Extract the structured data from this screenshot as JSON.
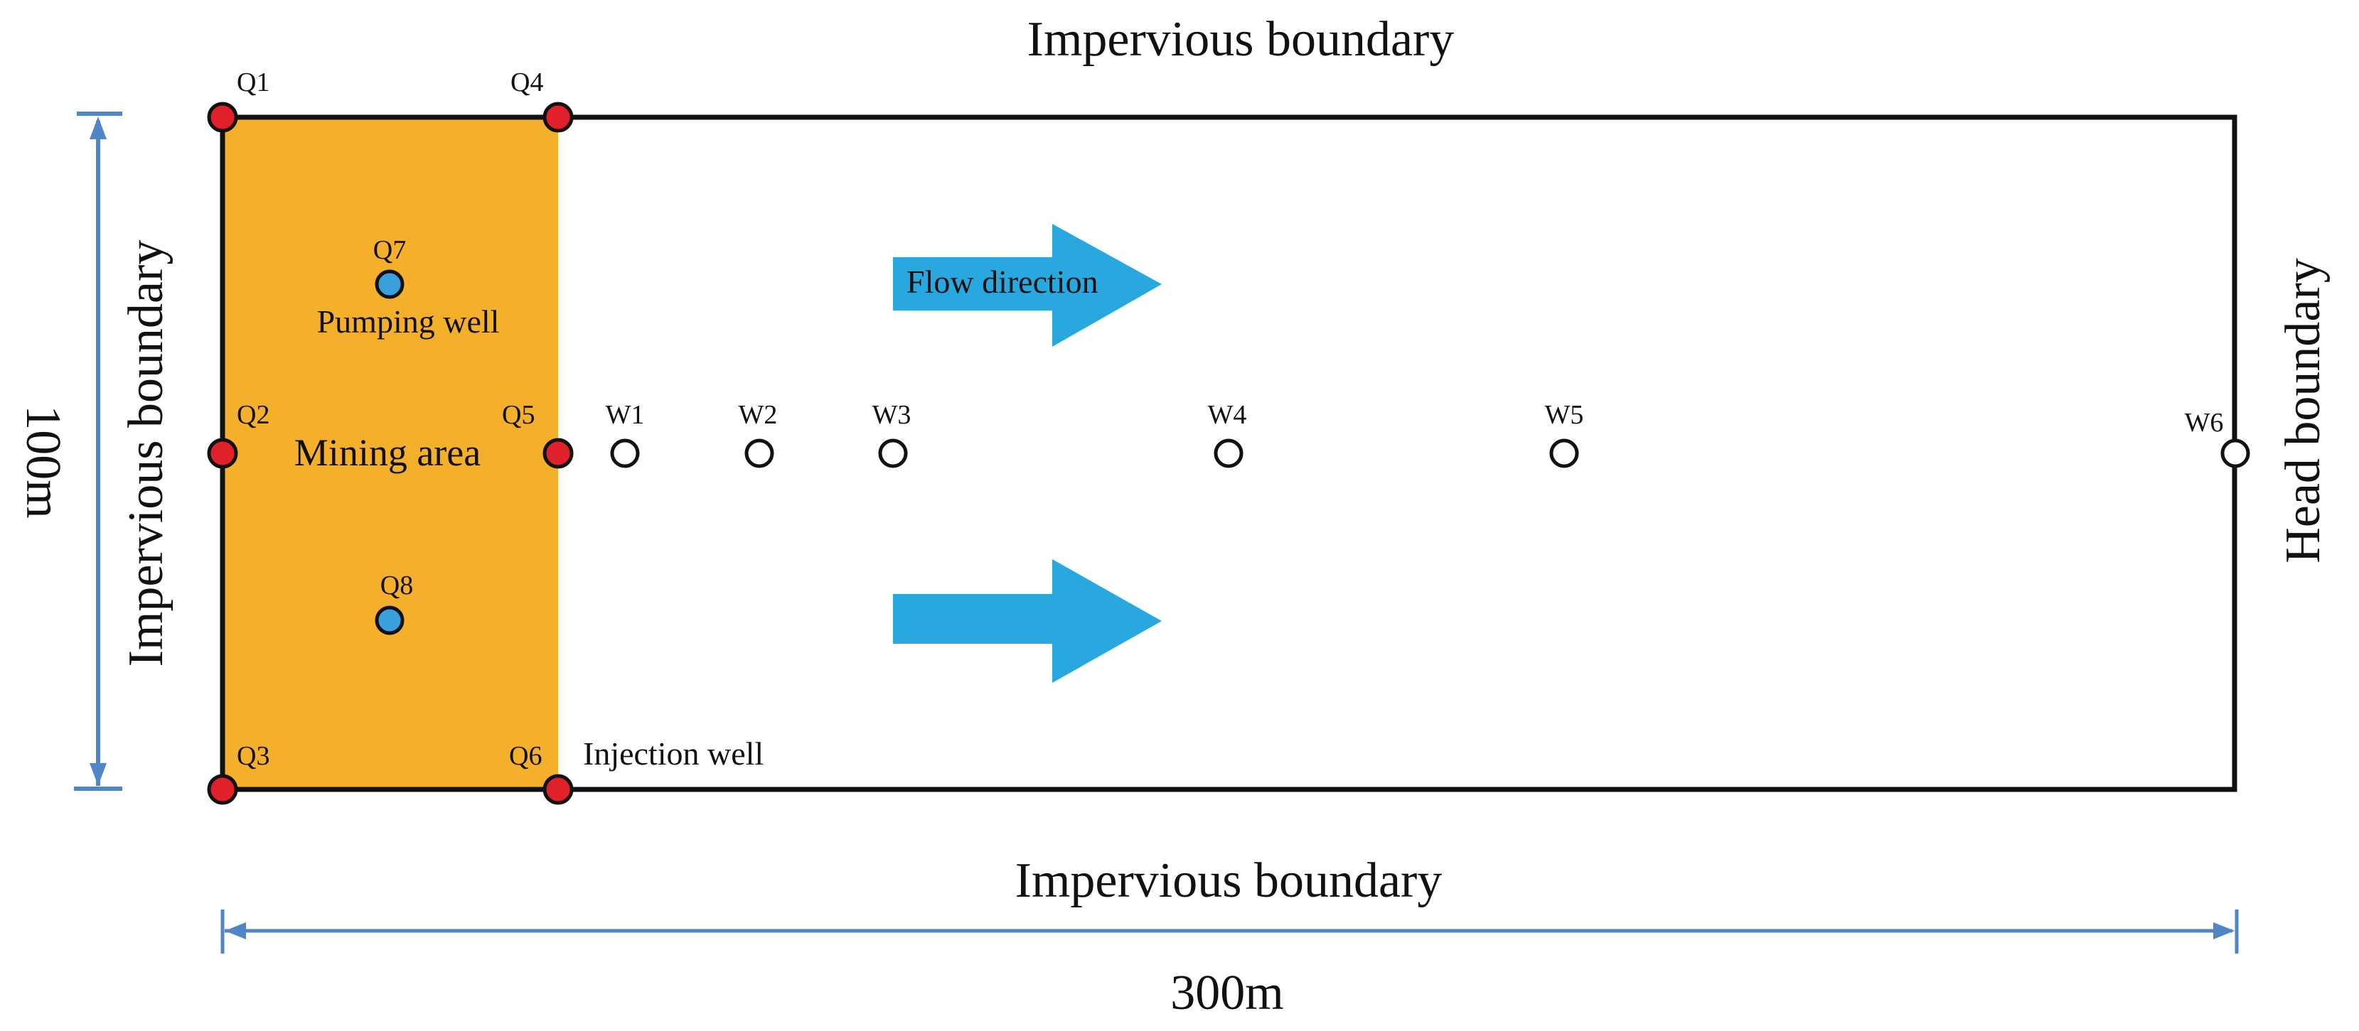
{
  "colors": {
    "mining_area": "#F5B02B",
    "injection_well": "#E0202A",
    "pumping_well": "#3AA0DB",
    "arrow": "#29A8E0",
    "dimension_line": "#4E86C8",
    "boundary": "#111111",
    "observation_well": "#FFFFFF"
  },
  "boundaries": {
    "top": "Impervious boundary",
    "bottom": "Impervious boundary",
    "left": "Impervious boundary",
    "right": "Head boundary"
  },
  "dimensions": {
    "width": "300m",
    "height": "100m"
  },
  "mining_area": {
    "label": "Mining area"
  },
  "flow": {
    "label": "Flow direction"
  },
  "well_types": {
    "pumping": "Pumping well",
    "injection": "Injection well"
  },
  "injection_wells": [
    {
      "id": "Q1"
    },
    {
      "id": "Q2"
    },
    {
      "id": "Q3"
    },
    {
      "id": "Q4"
    },
    {
      "id": "Q5"
    },
    {
      "id": "Q6"
    }
  ],
  "pumping_wells": [
    {
      "id": "Q7"
    },
    {
      "id": "Q8"
    }
  ],
  "observation_wells": [
    {
      "id": "W1"
    },
    {
      "id": "W2"
    },
    {
      "id": "W3"
    },
    {
      "id": "W4"
    },
    {
      "id": "W5"
    },
    {
      "id": "W6"
    }
  ]
}
